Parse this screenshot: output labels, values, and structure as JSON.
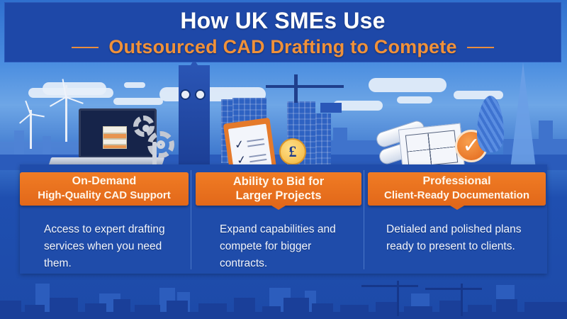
{
  "header": {
    "title": "How UK SMEs Use",
    "subtitle": "Outsourced CAD Drafting to Compete"
  },
  "colors": {
    "background_blue": "#1f4caa",
    "header_blue": "#1e48a8",
    "accent_orange": "#f0913a",
    "label_orange": "#e8731f",
    "text_white": "#ffffff"
  },
  "illustrations": {
    "left": [
      "wind-turbine-icon",
      "laptop-icon",
      "gear-icon"
    ],
    "center": [
      "big-ben-icon",
      "crane-icon",
      "clipboard-checklist-icon",
      "pound-coin-icon"
    ],
    "right": [
      "blueprint-rolls-icon",
      "floor-plan-icon",
      "checkmark-badge-icon",
      "gherkin-building-icon",
      "shard-building-icon"
    ],
    "pound_symbol": "£",
    "check_symbol": "✓"
  },
  "panels": [
    {
      "label_line1": "On-Demand",
      "label_line2": "High-Quality CAD Support",
      "description": "Access to expert drafting services when you need them."
    },
    {
      "label_line1": "Ability to Bid for",
      "label_line2": "Larger Projects",
      "description": "Expand capabilities and compete for bigger contracts."
    },
    {
      "label_line1": "Professional",
      "label_line2": "Client-Ready Documentation",
      "description": "Detialed and polished plans ready to present to clients."
    }
  ]
}
